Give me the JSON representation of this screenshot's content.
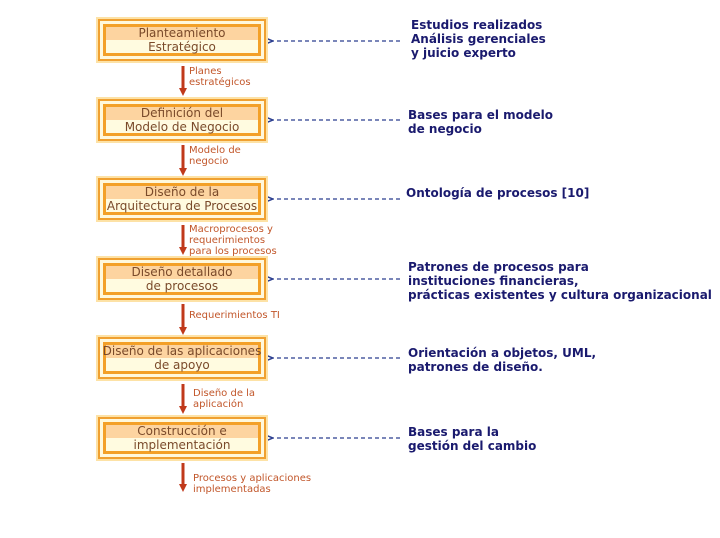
{
  "steps": [
    {
      "line1": "Planteamiento",
      "line2": "Estratégico"
    },
    {
      "line1": "Definición del",
      "line2": "Modelo de Negocio"
    },
    {
      "line1": "Diseño de la",
      "line2": "Arquitectura de Procesos"
    },
    {
      "line1": "Diseño detallado",
      "line2": "de procesos"
    },
    {
      "line1": "Diseño de las aplicaciones",
      "line2": "de apoyo"
    },
    {
      "line1": "Construcción e",
      "line2": "implementación"
    }
  ],
  "flows": [
    {
      "lines": [
        "Planes",
        "estratégicos"
      ]
    },
    {
      "lines": [
        "Modelo de",
        "negocio"
      ]
    },
    {
      "lines": [
        "Macroprocesos y",
        "requerimientos",
        "para los procesos"
      ]
    },
    {
      "lines": [
        "Requerimientos TI"
      ]
    },
    {
      "lines": [
        "Diseño de la",
        "aplicación"
      ]
    },
    {
      "lines": [
        "Procesos y aplicaciones",
        "implementadas"
      ]
    }
  ],
  "notes": [
    {
      "lines": [
        "Estudios realizados",
        "Análisis gerenciales",
        "y juicio experto"
      ]
    },
    {
      "lines": [
        "Bases para el modelo",
        "de negocio"
      ]
    },
    {
      "lines": [
        "Ontología de procesos [10]"
      ]
    },
    {
      "lines": [
        "Patrones de procesos para",
        "instituciones financieras,",
        "prácticas existentes y cultura organizacional"
      ]
    },
    {
      "lines": [
        "Orientación a objetos, UML,",
        "patrones de diseño."
      ]
    },
    {
      "lines": [
        "Bases para la",
        "gestión del cambio"
      ]
    }
  ],
  "colors": {
    "flow_arrow": "#c0391b",
    "dashed_arrow": "#2a3d8f",
    "box_border": "#f3a028",
    "note_text": "#1a1a6e",
    "flow_text": "#c2572b"
  }
}
